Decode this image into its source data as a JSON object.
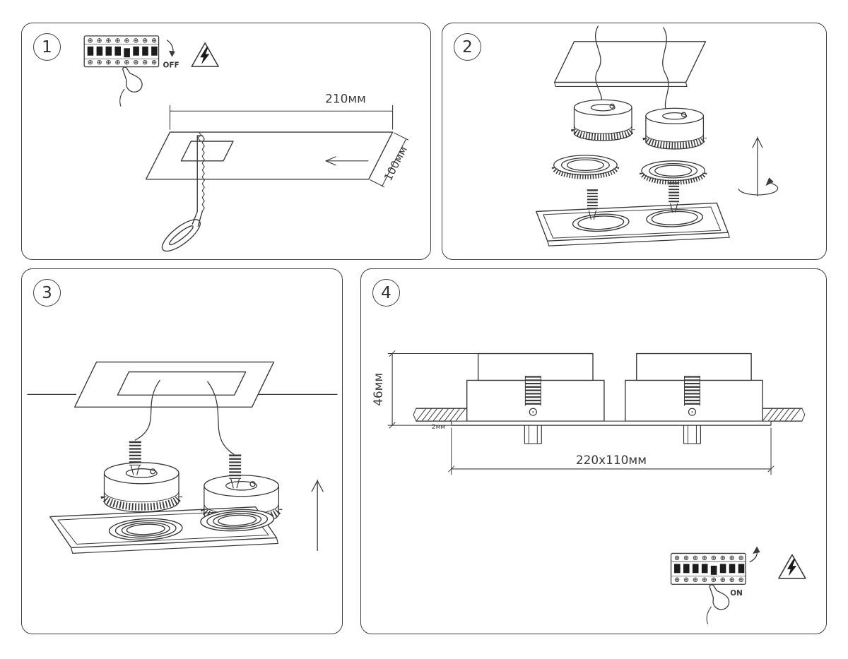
{
  "colors": {
    "line": "#3a3a3a",
    "panel_border": "#3f3f3f",
    "switch_fill": "#1c1c1c",
    "background": "#ffffff"
  },
  "steps": {
    "1": {
      "number": "1",
      "breaker_state_label": "OFF",
      "dim_length": "210мм",
      "dim_width": "100мм"
    },
    "2": {
      "number": "2"
    },
    "3": {
      "number": "3"
    },
    "4": {
      "number": "4",
      "dim_height": "46мм",
      "dim_flange_thickness": "2мм",
      "dim_cutout": "220x110мм",
      "breaker_state_label": "ON"
    }
  }
}
